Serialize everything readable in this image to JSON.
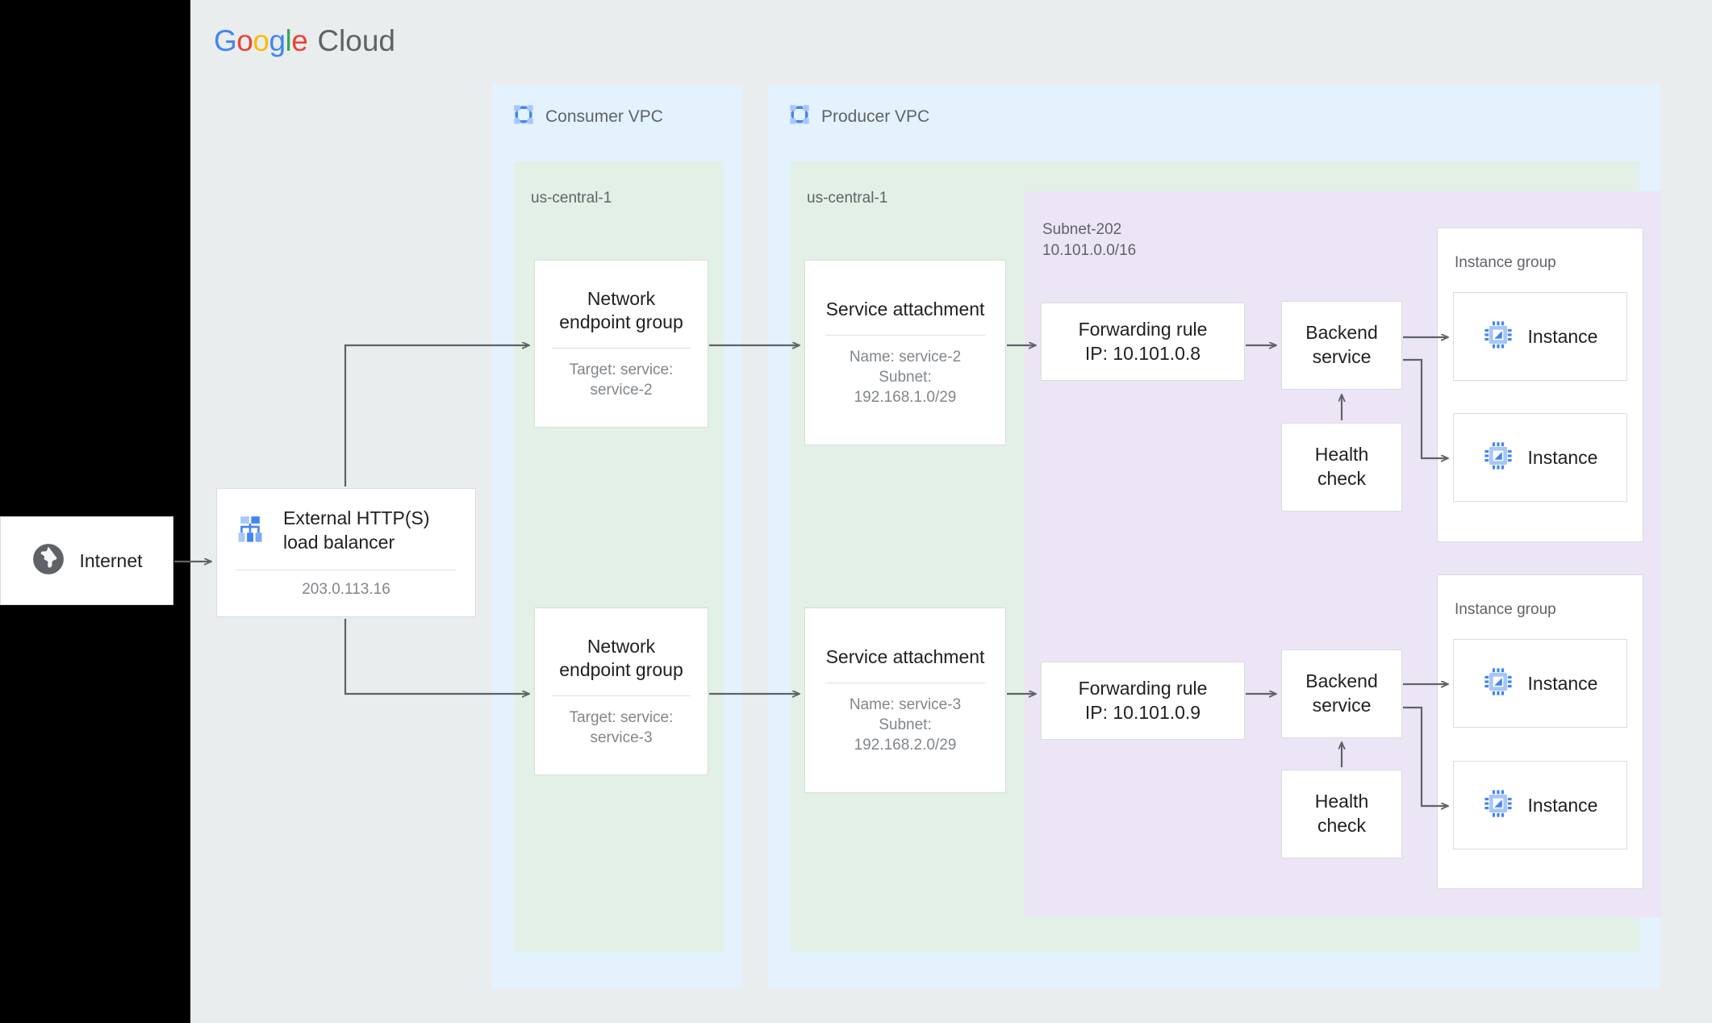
{
  "brand": {
    "google_g": "G",
    "google_o1": "o",
    "google_o2": "o",
    "google_g2": "g",
    "google_l": "l",
    "google_e": "e",
    "cloud": "Cloud"
  },
  "internet": {
    "label": "Internet",
    "icon": "globe-icon"
  },
  "load_balancer": {
    "title": "External HTTP(S)\nload balancer",
    "title_line1": "External HTTP(S)",
    "title_line2": "load balancer",
    "ip": "203.0.113.16",
    "icon": "load-balancer-icon"
  },
  "consumer_vpc": {
    "title": "Consumer VPC",
    "icon": "vpc-icon",
    "region": "us-central-1",
    "negs": [
      {
        "title_line1": "Network",
        "title_line2": "endpoint group",
        "sub_line1": "Target: service:",
        "sub_line2": "service-2"
      },
      {
        "title_line1": "Network",
        "title_line2": "endpoint group",
        "sub_line1": "Target: service:",
        "sub_line2": "service-3"
      }
    ]
  },
  "producer_vpc": {
    "title": "Producer VPC",
    "icon": "vpc-icon",
    "region": "us-central-1",
    "subnet": {
      "name": "Subnet-202",
      "cidr": "10.101.0.0/16"
    },
    "service_attachments": [
      {
        "title": "Service attachment",
        "sub_line1": "Name: service-2",
        "sub_line2": "Subnet:",
        "sub_line3": "192.168.1.0/29"
      },
      {
        "title": "Service attachment",
        "sub_line1": "Name: service-3",
        "sub_line2": "Subnet:",
        "sub_line3": "192.168.2.0/29"
      }
    ],
    "forwarding_rules": [
      {
        "line1": "Forwarding rule",
        "line2": "IP: 10.101.0.8"
      },
      {
        "line1": "Forwarding rule",
        "line2": "IP: 10.101.0.9"
      }
    ],
    "backend_services": [
      {
        "line1": "Backend",
        "line2": "service"
      },
      {
        "line1": "Backend",
        "line2": "service"
      }
    ],
    "health_checks": [
      {
        "line1": "Health",
        "line2": "check"
      },
      {
        "line1": "Health",
        "line2": "check"
      }
    ],
    "instance_groups": [
      {
        "label": "Instance group",
        "instances": [
          {
            "label": "Instance"
          },
          {
            "label": "Instance"
          }
        ]
      },
      {
        "label": "Instance group",
        "instances": [
          {
            "label": "Instance"
          },
          {
            "label": "Instance"
          }
        ]
      }
    ]
  },
  "colors": {
    "panel": "#e9edee",
    "vpc": "#e3f2fd",
    "region": "#e2f0e6",
    "subnet": "#ece5f6",
    "card_border": "#dadce0",
    "text_primary": "#202124",
    "text_secondary": "#5f6368",
    "text_muted": "#80868b",
    "arrow": "#5f6368",
    "accent_blue": "#4285F4"
  }
}
